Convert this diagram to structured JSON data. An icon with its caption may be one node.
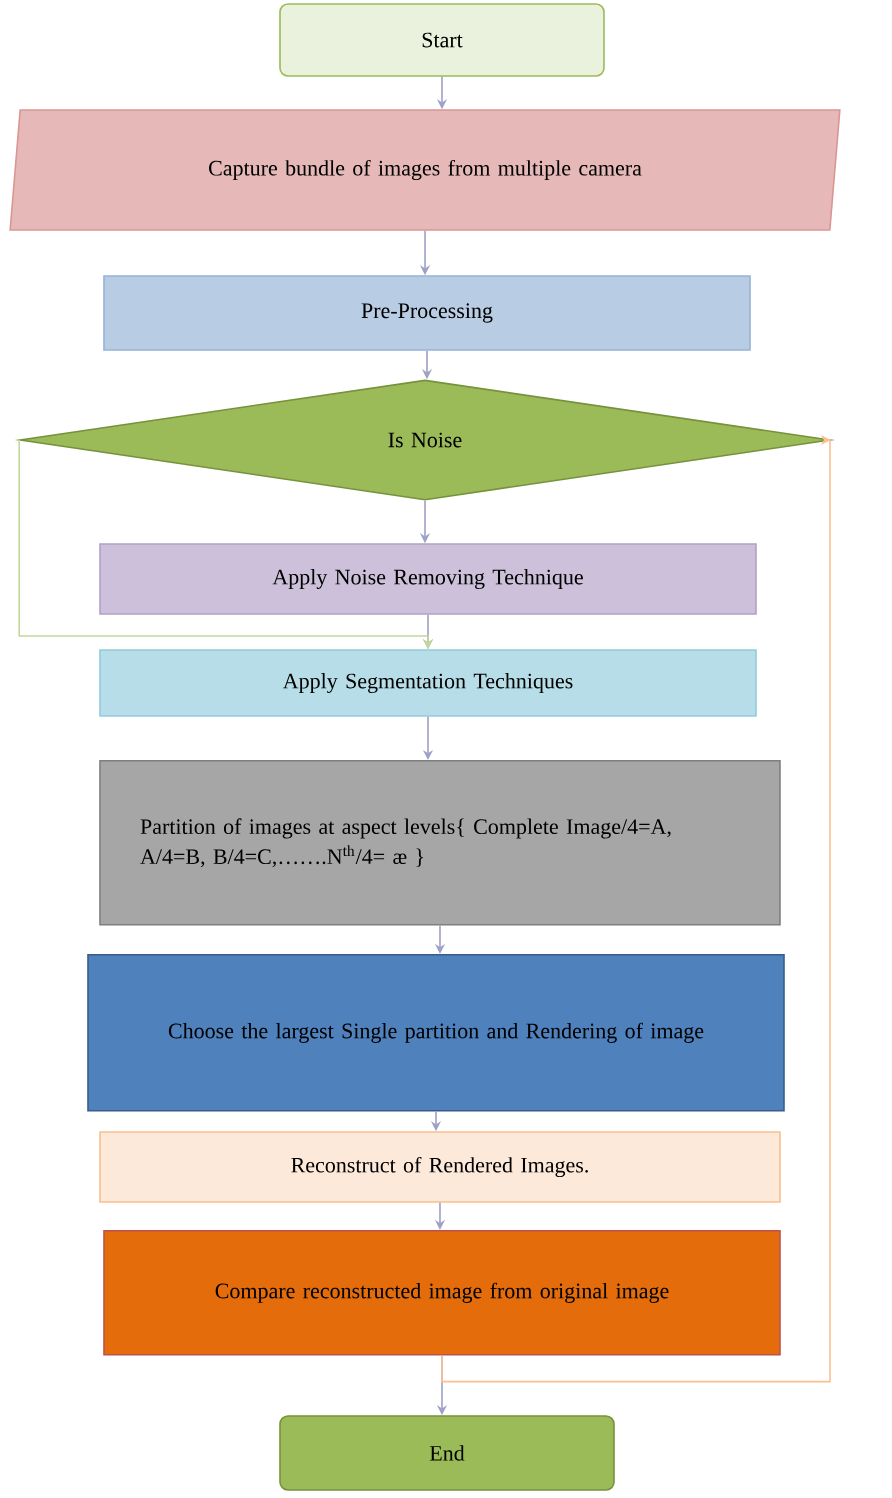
{
  "diagram": {
    "nodes": [
      {
        "text": [
          "Start"
        ]
      },
      {
        "text": [
          "Capture bundle of images from multiple camera"
        ]
      },
      {
        "text": [
          "Pre-Processing"
        ]
      },
      {
        "text": [
          "Is Noise"
        ]
      },
      {
        "text": [
          "Apply Noise Removing Technique"
        ]
      },
      {
        "text": [
          "Apply Segmentation Techniques"
        ]
      },
      {
        "text": [
          "Partition of images at aspect levels{ Complete Image/4=A, A/4=B, B/4=C,…….N$^{th}$/4= æ }"
        ]
      },
      {
        "text": [
          "Choose the largest Single partition and Rendering of image"
        ]
      },
      {
        "text": [
          "Reconstruct of Rendered Images."
        ]
      },
      {
        "text": [
          "Compare reconstructed image from original image"
        ]
      },
      {
        "text": [
          "End"
        ]
      }
    ],
    "edges": [
      {
        "from": 0,
        "to": 1,
        "arrow": "to"
      },
      {
        "from": 1,
        "to": 2,
        "arrow": "to"
      },
      {
        "from": 2,
        "to": 3,
        "arrow": "to"
      },
      {
        "from": 3,
        "to": 4,
        "arrow": "to"
      },
      {
        "from": 4,
        "to": 5,
        "arrow": "to"
      },
      {
        "from": 3,
        "to": 5,
        "arrow": "to",
        "color": "#c4d79b"
      },
      {
        "from": 5,
        "to": 6,
        "arrow": "to"
      },
      {
        "from": 6,
        "to": 7,
        "arrow": "to"
      },
      {
        "from": 7,
        "to": 8,
        "arrow": "to"
      },
      {
        "from": 8,
        "to": 9,
        "arrow": "to"
      },
      {
        "from": 9,
        "to": 10,
        "arrow": "to"
      },
      {
        "from": 9,
        "to": 3,
        "arrow": "to",
        "color": "#fac090"
      }
    ]
  }
}
